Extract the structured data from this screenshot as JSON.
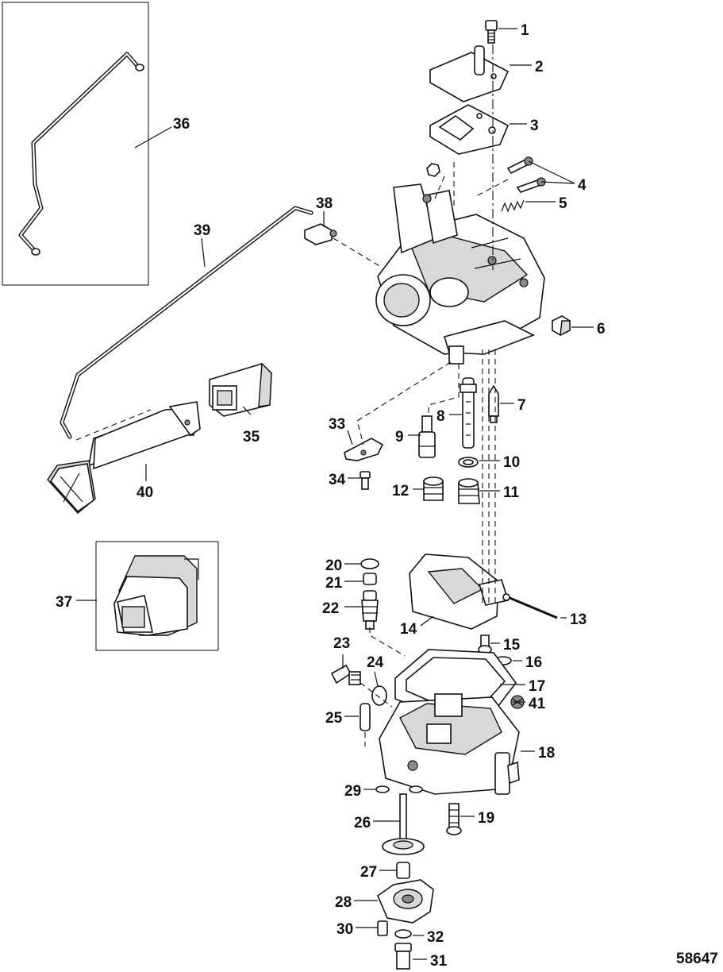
{
  "reference_number": "58647",
  "callouts": [
    {
      "id": "1",
      "label": "1"
    },
    {
      "id": "2",
      "label": "2"
    },
    {
      "id": "3",
      "label": "3"
    },
    {
      "id": "4",
      "label": "4"
    },
    {
      "id": "5",
      "label": "5"
    },
    {
      "id": "6",
      "label": "6"
    },
    {
      "id": "7",
      "label": "7"
    },
    {
      "id": "8",
      "label": "8"
    },
    {
      "id": "9",
      "label": "9"
    },
    {
      "id": "10",
      "label": "10"
    },
    {
      "id": "11",
      "label": "11"
    },
    {
      "id": "12",
      "label": "12"
    },
    {
      "id": "13",
      "label": "13"
    },
    {
      "id": "14",
      "label": "14"
    },
    {
      "id": "15",
      "label": "15"
    },
    {
      "id": "16",
      "label": "16"
    },
    {
      "id": "17",
      "label": "17"
    },
    {
      "id": "18",
      "label": "18"
    },
    {
      "id": "19",
      "label": "19"
    },
    {
      "id": "20",
      "label": "20"
    },
    {
      "id": "21",
      "label": "21"
    },
    {
      "id": "22",
      "label": "22"
    },
    {
      "id": "23",
      "label": "23"
    },
    {
      "id": "24",
      "label": "24"
    },
    {
      "id": "25",
      "label": "25"
    },
    {
      "id": "26",
      "label": "26"
    },
    {
      "id": "27",
      "label": "27"
    },
    {
      "id": "28",
      "label": "28"
    },
    {
      "id": "29",
      "label": "29"
    },
    {
      "id": "30",
      "label": "30"
    },
    {
      "id": "31",
      "label": "31"
    },
    {
      "id": "32",
      "label": "32"
    },
    {
      "id": "33",
      "label": "33"
    },
    {
      "id": "34",
      "label": "34"
    },
    {
      "id": "35",
      "label": "35"
    },
    {
      "id": "36",
      "label": "36"
    },
    {
      "id": "37",
      "label": "37"
    },
    {
      "id": "38",
      "label": "38"
    },
    {
      "id": "39",
      "label": "39"
    },
    {
      "id": "40",
      "label": "40"
    },
    {
      "id": "41",
      "label": "41"
    }
  ]
}
